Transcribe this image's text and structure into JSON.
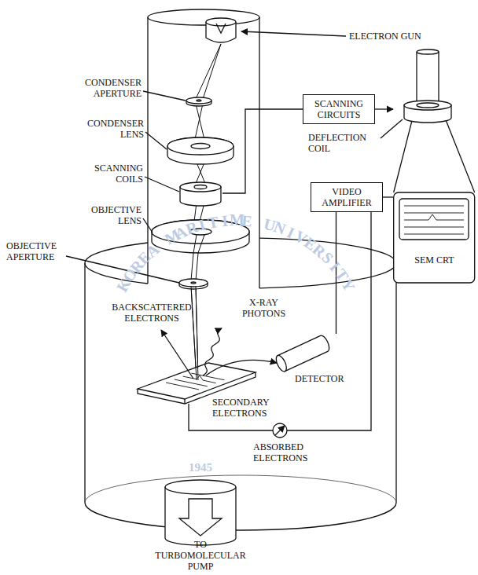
{
  "diagram": {
    "nodes": [
      {
        "text": [
          "SCANNING CIRCUITS"
        ]
      },
      {
        "text": [
          "VIDEO AMPLIFIER"
        ]
      },
      {
        "text": [
          "DETECTOR"
        ]
      },
      {
        "text": [
          "SEM CRT"
        ]
      }
    ],
    "edges": [
      {
        "from": 0,
        "to": 3,
        "arrow": "to"
      },
      {
        "from": 2,
        "to": 1,
        "arrow": "none"
      },
      {
        "from": 1,
        "to": 3,
        "arrow": "none"
      }
    ],
    "labels": [
      "ELECTRON GUN",
      "CONDENSER APERTURE",
      "CONDENSER LENS",
      "SCANNING COILS",
      "OBJECTIVE LENS",
      "OBJECTIVE APERTURE",
      "DEFLECTION COIL",
      "BACKSCATTERED ELECTRONS",
      "X-RAY PHOTONS",
      "SECONDARY ELECTRONS",
      "ABSORBED ELECTRONS",
      "TO TURBOMOLECULAR PUMP",
      "KOREA MARITIME UNIVERSITY",
      "1945"
    ]
  }
}
